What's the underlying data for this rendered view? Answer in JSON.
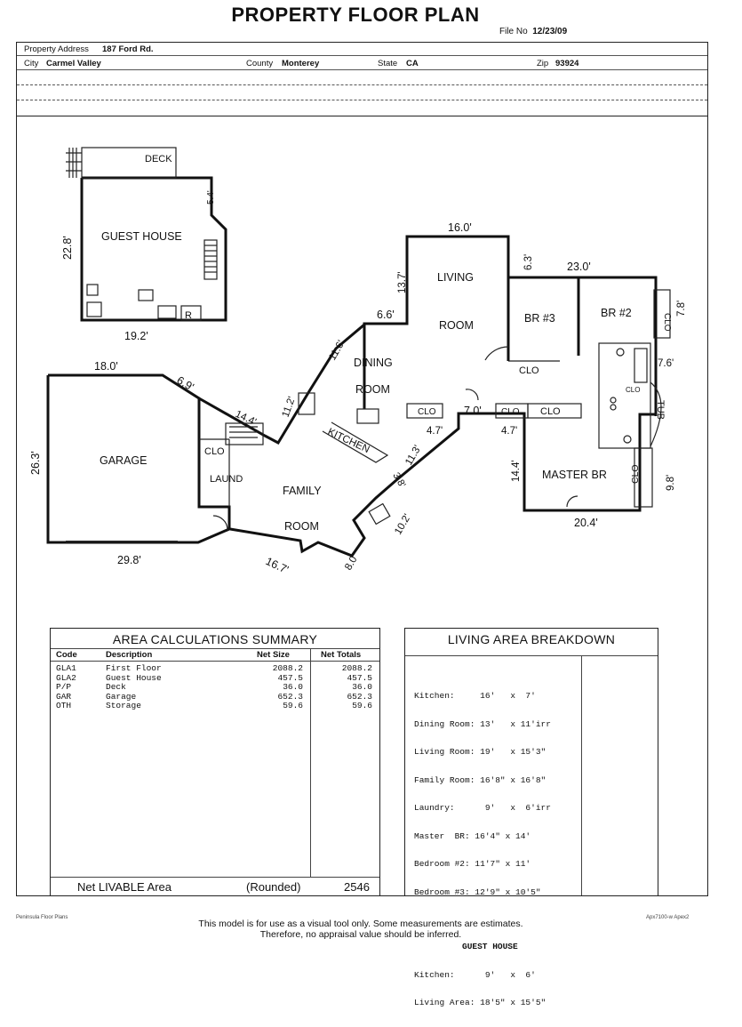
{
  "header": {
    "title": "PROPERTY FLOOR PLAN",
    "file_no_label": "File No",
    "file_no": "12/23/09",
    "property_address_label": "Property Address",
    "property_address": "187 Ford Rd.",
    "city_label": "City",
    "city": "Carmel Valley",
    "county_label": "County",
    "county": "Monterey",
    "state_label": "State",
    "state": "CA",
    "zip_label": "Zip",
    "zip": "93924"
  },
  "floor_plan": {
    "deck": "DECK",
    "guest_house": "GUEST HOUSE",
    "guest_house_r": "R",
    "guest_house_width": "19.2'",
    "guest_house_height": "22.8'",
    "guest_house_side": "5.4'",
    "garage": "GARAGE",
    "garage_top": "18.0'",
    "garage_angle": "6.9'",
    "garage_left": "26.3'",
    "garage_bottom": "29.8'",
    "clo": "CLO",
    "laund": "LAUND",
    "family_room_1": "FAMILY",
    "family_room_2": "ROOM",
    "kitchen": "KITCHEN",
    "dining_1": "DINING",
    "dining_2": "ROOM",
    "living_1": "LIVING",
    "living_2": "ROOM",
    "br3": "BR #3",
    "br2": "BR #2",
    "master_br": "MASTER BR",
    "tub": "TUB",
    "dims": {
      "d16_0": "16.0'",
      "d6_3": "6.3'",
      "d23_0": "23.0'",
      "d13_7": "13.7'",
      "d6_6": "6.6'",
      "d11_6": "11.6'",
      "d7_8": "7.8'",
      "d7_6": "7.6'",
      "d14_4a": "14.4'",
      "d11_2": "11.2'",
      "d7_0": "7.0'",
      "d4_7a": "4.7'",
      "d4_7b": "4.7'",
      "d11_3": "11.3'",
      "d3_8": "3.8'",
      "d14_4b": "14.4'",
      "d9_8": "9.8'",
      "d20_4": "20.4'",
      "d10_2": "10.2'",
      "d8_0": "8.0'",
      "d16_7": "16.7'"
    }
  },
  "area_summary": {
    "title": "AREA CALCULATIONS SUMMARY",
    "headers": [
      "Code",
      "Description",
      "Net Size",
      "Net Totals"
    ],
    "rows": [
      [
        "GLA1",
        "First Floor",
        "2088.2",
        "2088.2"
      ],
      [
        "GLA2",
        "Guest House",
        "457.5",
        "457.5"
      ],
      [
        "P/P",
        "Deck",
        "36.0",
        "36.0"
      ],
      [
        "GAR",
        "Garage",
        "652.3",
        "652.3"
      ],
      [
        "OTH",
        "Storage",
        "59.6",
        "59.6"
      ]
    ],
    "net_livable_label": "Net LIVABLE Area",
    "rounded_label": "(Rounded)",
    "net_livable_value": "2546"
  },
  "living_breakdown": {
    "title": "LIVING AREA BREAKDOWN",
    "lines": [
      "Kitchen:     16'   x  7'",
      "Dining Room: 13'   x 11'irr",
      "Living Room: 19'   x 15'3\"",
      "Family Room: 16'8\" x 16'8\"",
      "Laundry:      9'   x  6'irr",
      "Master  BR: 16'4\" x 14'",
      "Bedroom #2: 11'7\" x 11'",
      "Bedroom #3: 12'9\" x 10'5\""
    ],
    "guest_title": "GUEST HOUSE",
    "guest_lines": [
      "Kitchen:      9'   x  6'",
      "Living Area: 18'5\" x 15'5\""
    ]
  },
  "footer": {
    "left": "Peninsula Floor Plans",
    "right": "Apx7100-w Apex2",
    "disclaimer_1": "This model is for use as a visual tool only.  Some measurements are estimates.",
    "disclaimer_2": "Therefore, no appraisal value should be inferred."
  }
}
